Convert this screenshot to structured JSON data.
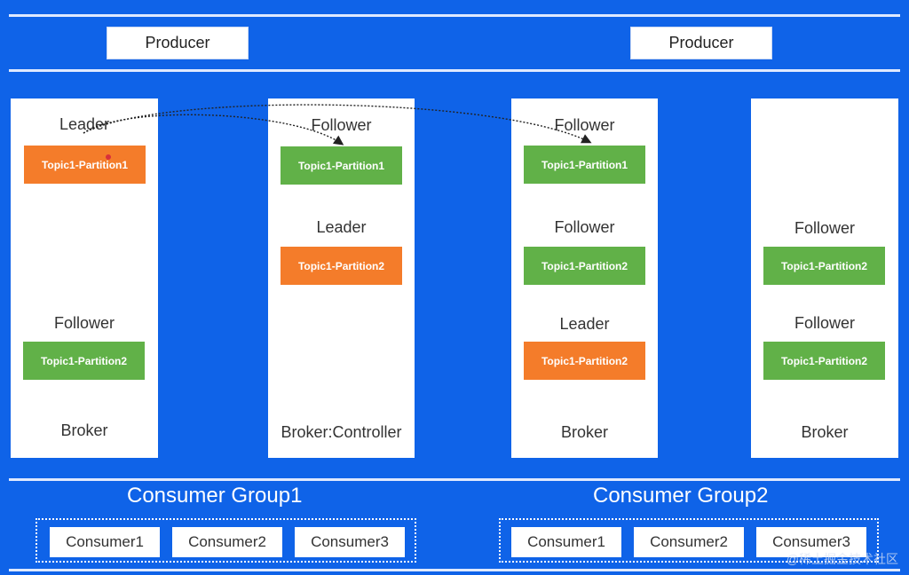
{
  "producers": [
    "Producer",
    "Producer"
  ],
  "brokers": [
    {
      "label": "Broker",
      "entries": [
        {
          "role": "Leader",
          "partition": "Topic1-Partition1",
          "kind": "leader"
        },
        {
          "role": "Follower",
          "partition": "Topic1-Partition2",
          "kind": "follower"
        }
      ]
    },
    {
      "label": "Broker:Controller",
      "entries": [
        {
          "role": "Follower",
          "partition": "Topic1-Partition1",
          "kind": "follower"
        },
        {
          "role": "Leader",
          "partition": "Topic1-Partition2",
          "kind": "leader"
        }
      ]
    },
    {
      "label": "Broker",
      "entries": [
        {
          "role": "Follower",
          "partition": "Topic1-Partition1",
          "kind": "follower"
        },
        {
          "role": "Follower",
          "partition": "Topic1-Partition2",
          "kind": "follower"
        },
        {
          "role": "Leader",
          "partition": "Topic1-Partition2",
          "kind": "leader"
        }
      ]
    },
    {
      "label": "Broker",
      "entries": [
        {
          "role": "Follower",
          "partition": "Topic1-Partition2",
          "kind": "follower"
        },
        {
          "role": "Follower",
          "partition": "Topic1-Partition2",
          "kind": "follower"
        }
      ]
    }
  ],
  "consumer_groups": [
    {
      "title": "Consumer Group1",
      "consumers": [
        "Consumer1",
        "Consumer2",
        "Consumer3"
      ]
    },
    {
      "title": "Consumer Group2",
      "consumers": [
        "Consumer1",
        "Consumer2",
        "Consumer3"
      ]
    }
  ],
  "watermark": "@稀土掘金技术社区",
  "colors": {
    "background": "#0f63e8",
    "leader_partition": "#f47c2a",
    "follower_partition": "#61b148"
  }
}
